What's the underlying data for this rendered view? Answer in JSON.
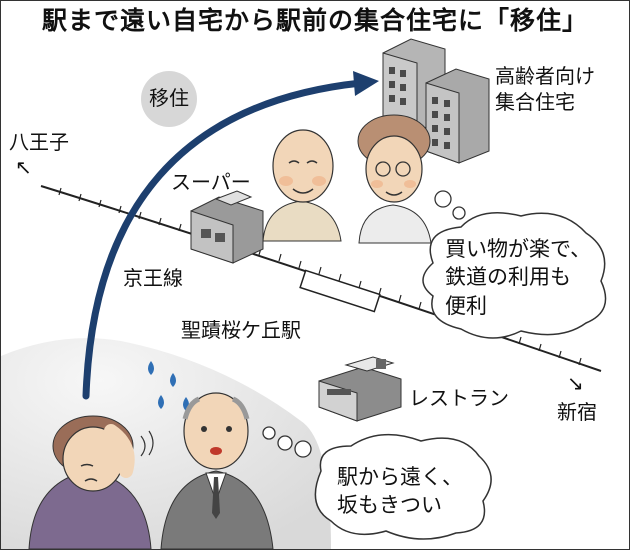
{
  "title": "駅まで遠い自宅から駅前の集合住宅に「移住」",
  "move_label": "移住",
  "housing_label": [
    "高齢者向け",
    "集合住宅"
  ],
  "hachioji": "八王子",
  "super": "スーパー",
  "keio_line": "京王線",
  "station": "聖蹟桜ケ丘駅",
  "restaurant": "レストラン",
  "shinjuku": "新宿",
  "bubble_top": [
    "買い物が楽で、",
    "鉄道の利用も",
    "便利"
  ],
  "bubble_bottom": [
    "駅から遠く、",
    "坂もきつい"
  ],
  "colors": {
    "arrow": "#1d3f6e",
    "building": "#9a9a9a",
    "hill": "#e6e6e6",
    "sweat": "#2f6fb5",
    "skin": "#f2d6b8",
    "jacket": "#7a7a7a",
    "woman_shirt": "#7d6a8f"
  }
}
